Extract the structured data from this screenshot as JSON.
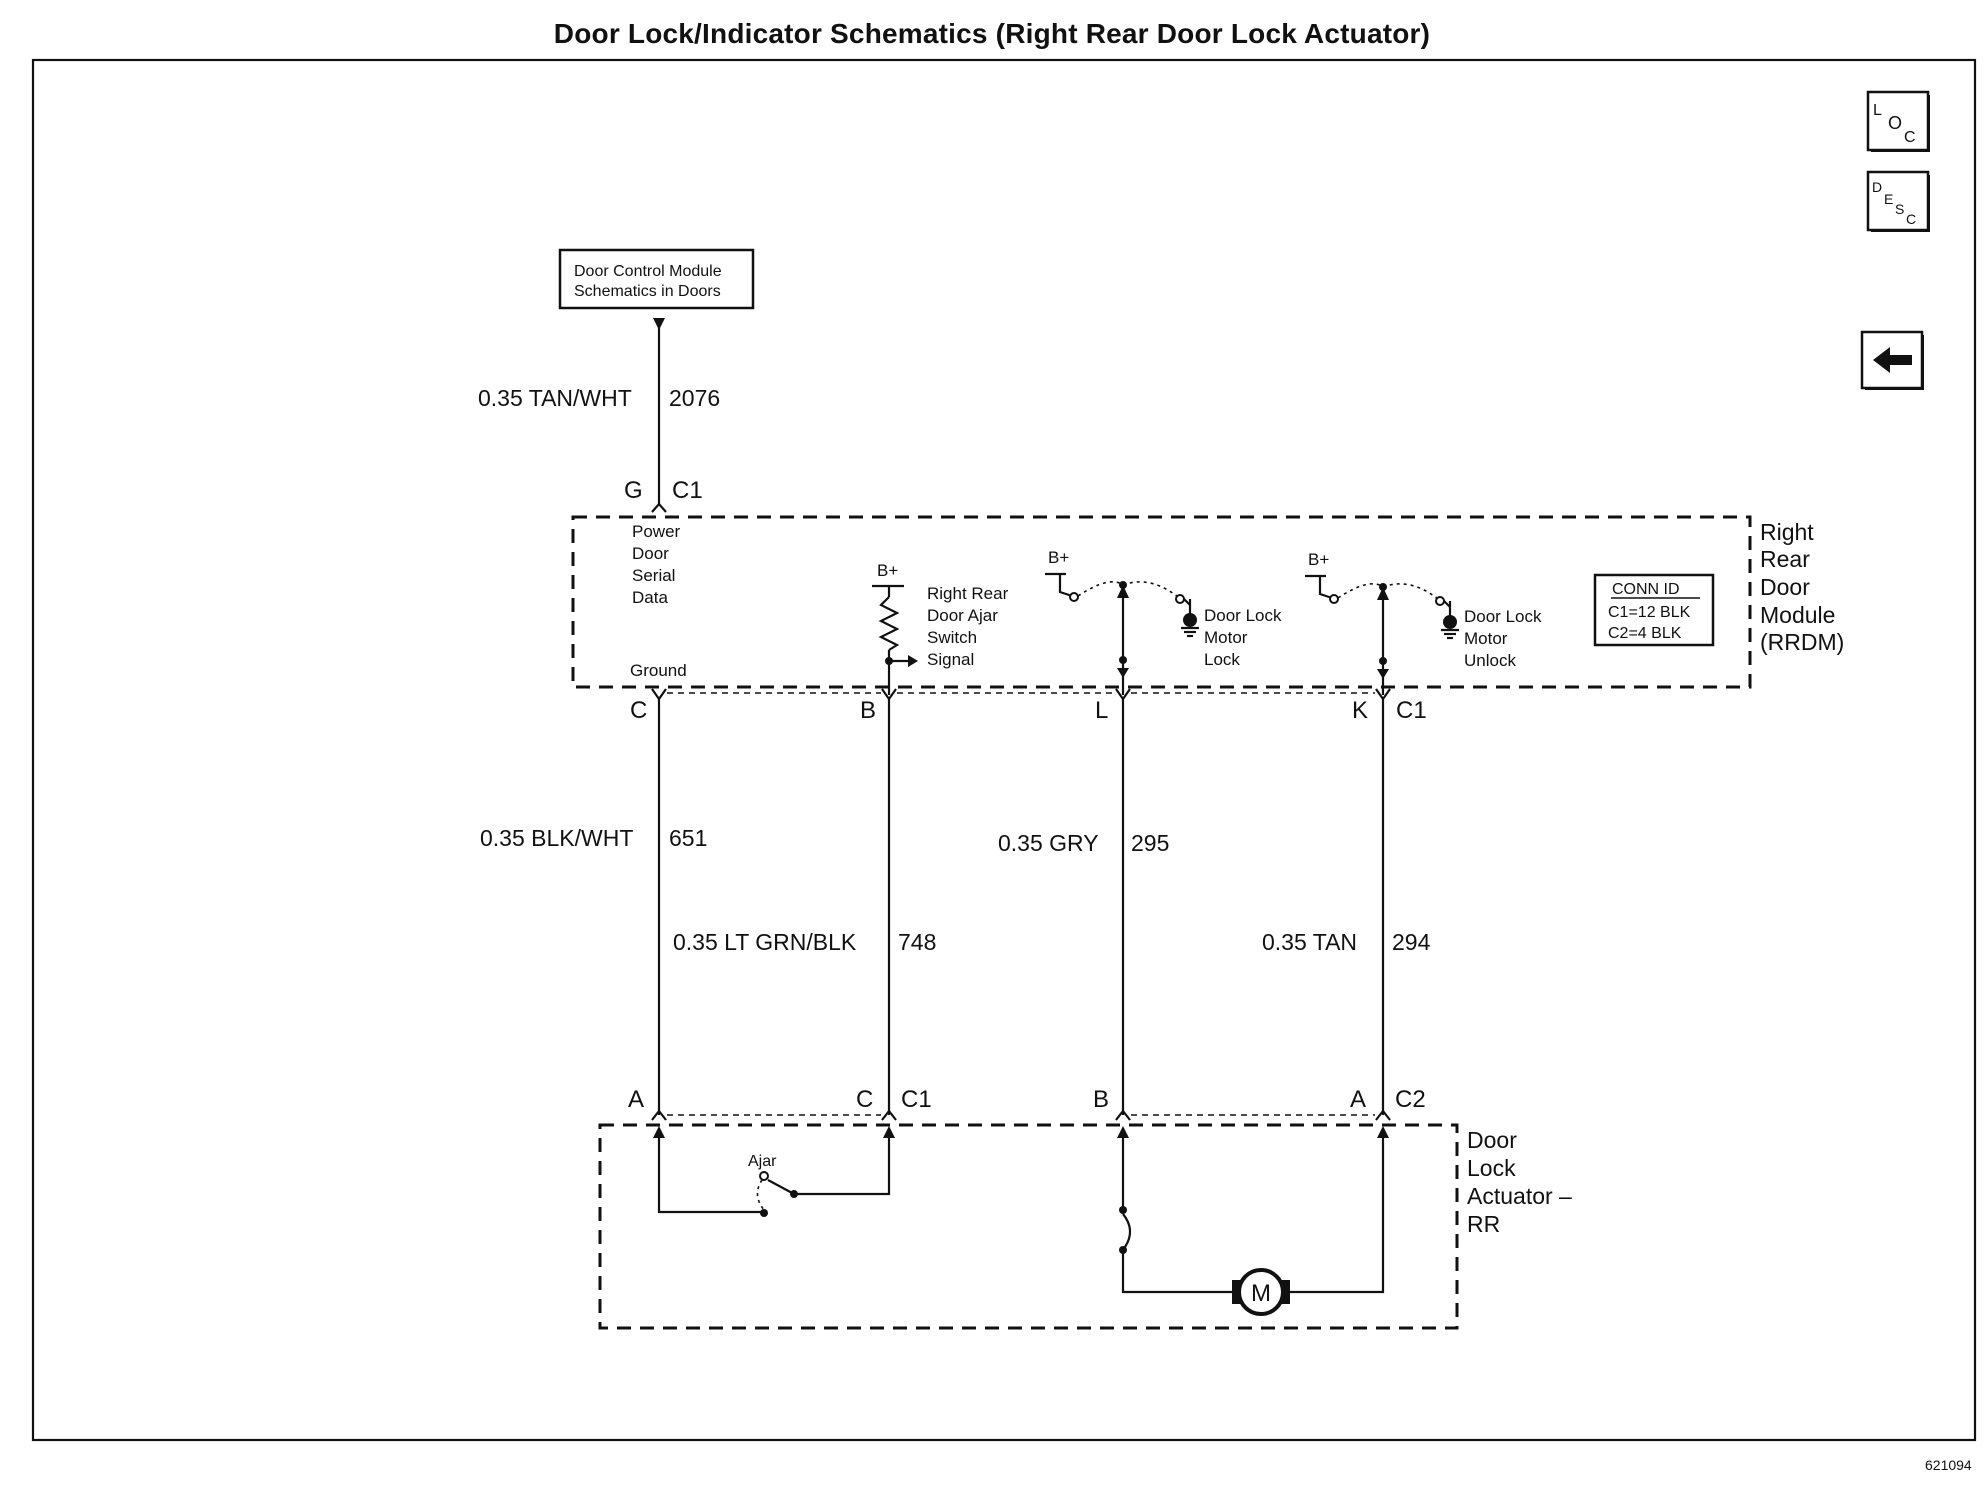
{
  "title": "Door Lock/Indicator Schematics (Right Rear Door Lock Actuator)",
  "nav": {
    "loc": {
      "big": "L",
      "mid": "O",
      "small": "C"
    },
    "desc": {
      "big": "D",
      "mid": "E",
      "mid2": "S",
      "small": "C"
    }
  },
  "reference_box": {
    "line1": "Door Control Module",
    "line2": "Schematics in Doors"
  },
  "top_wire": {
    "spec": "0.35 TAN/WHT",
    "circuit": "2076"
  },
  "top_connector": {
    "pin": "G",
    "connector": "C1"
  },
  "module": {
    "name_lines": [
      "Right",
      "Rear",
      "Door",
      "Module",
      "(RRDM)"
    ],
    "power_label": [
      "Power",
      "Door",
      "Serial",
      "Data"
    ],
    "ground_label": "Ground",
    "bplus": "B+",
    "ajar_label": [
      "Right Rear",
      "Door Ajar",
      "Switch",
      "Signal"
    ],
    "lock_label": [
      "Door Lock",
      "Motor",
      "Lock"
    ],
    "unlock_label": [
      "Door Lock",
      "Motor",
      "Unlock"
    ],
    "conn_id": {
      "header": "CONN ID",
      "c1": "C1=12 BLK",
      "c2": "C2=4 BLK"
    }
  },
  "module_pins": {
    "c": "C",
    "b": "B",
    "l": "L",
    "k": "K",
    "conn": "C1"
  },
  "wires": [
    {
      "spec": "0.35 BLK/WHT",
      "circuit": "651"
    },
    {
      "spec": "0.35 LT GRN/BLK",
      "circuit": "748"
    },
    {
      "spec": "0.35 GRY",
      "circuit": "295"
    },
    {
      "spec": "0.35 TAN",
      "circuit": "294"
    }
  ],
  "actuator_pins": {
    "a1": "A",
    "c": "C",
    "c1": "C1",
    "b": "B",
    "a2": "A",
    "c2": "C2"
  },
  "actuator": {
    "name_lines": [
      "Door",
      "Lock",
      "Actuator –",
      "RR"
    ],
    "ajar_switch": "Ajar",
    "motor": "M"
  },
  "figure_number": "621094"
}
